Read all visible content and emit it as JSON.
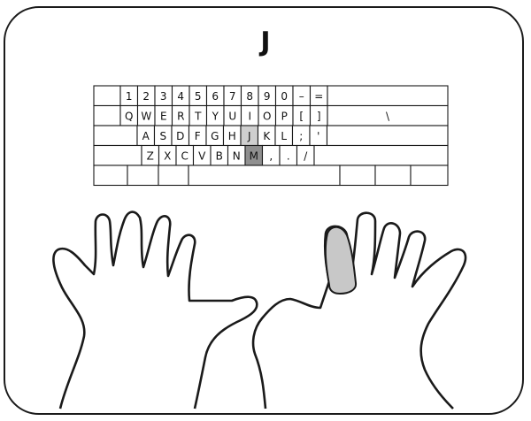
{
  "title": "J",
  "colors": {
    "outline": "#1a1a1a",
    "key_fill": "#ffffff",
    "highlight_light": "#cfcfcf",
    "highlight_dark": "#8f8f8f",
    "finger_fill": "#c8c8c8"
  },
  "keyboard": {
    "rows": [
      [
        "",
        "1",
        "2",
        "3",
        "4",
        "5",
        "6",
        "7",
        "8",
        "9",
        "0",
        "–",
        "=",
        ""
      ],
      [
        "",
        "Q",
        "W",
        "E",
        "R",
        "T",
        "Y",
        "U",
        "I",
        "O",
        "P",
        "[",
        "]",
        "\\"
      ],
      [
        "",
        "A",
        "S",
        "D",
        "F",
        "G",
        "H",
        "J",
        "K",
        "L",
        ";",
        "'",
        ""
      ],
      [
        "",
        "Z",
        "X",
        "C",
        "V",
        "B",
        "N",
        "M",
        ",",
        ".",
        "/",
        ""
      ],
      [
        "",
        "",
        "",
        "",
        "",
        "",
        ""
      ]
    ],
    "highlighted": {
      "J": "light",
      "M": "dark"
    }
  },
  "hands": {
    "highlighted_finger": "right-index"
  }
}
